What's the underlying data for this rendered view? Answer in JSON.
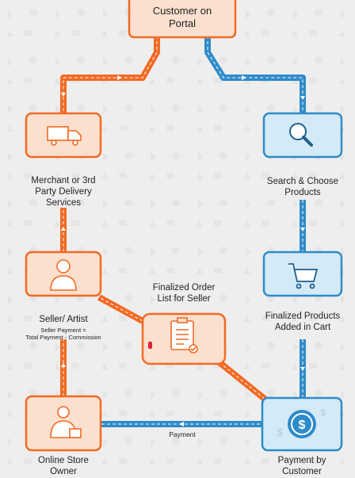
{
  "nodes": {
    "customer_portal": {
      "label": "Customer on\nPortal"
    },
    "delivery": {
      "label": "Merchant or 3rd\nParty Delivery\nServices"
    },
    "search": {
      "label": "Search & Choose\nProducts"
    },
    "seller": {
      "label": "Seller/ Artist",
      "sub": "Seller Payment =\nTotal Payment - Commission"
    },
    "order_list": {
      "label": "Finalized Order\nList for Seller"
    },
    "cart": {
      "label": "Finalized Products\nAdded in Cart"
    },
    "store_owner": {
      "label": "Online Store\nOwner"
    },
    "payment_customer": {
      "label": "Payment by\nCustomer"
    }
  },
  "edges": {
    "payment": {
      "label": "Payment"
    }
  },
  "colors": {
    "orange": "#f26a24",
    "orange_fill": "#fbe0cf",
    "blue": "#2e8bc9",
    "blue_fill": "#d4eaf6",
    "background": "#eeeeee"
  },
  "icons": {
    "delivery": "truck-icon",
    "search": "magnifier-icon",
    "seller": "person-icon",
    "order_list": "clipboard-icon",
    "cart": "cart-icon",
    "store_owner": "shop-owner-icon",
    "payment_customer": "dollar-coin-icon"
  }
}
